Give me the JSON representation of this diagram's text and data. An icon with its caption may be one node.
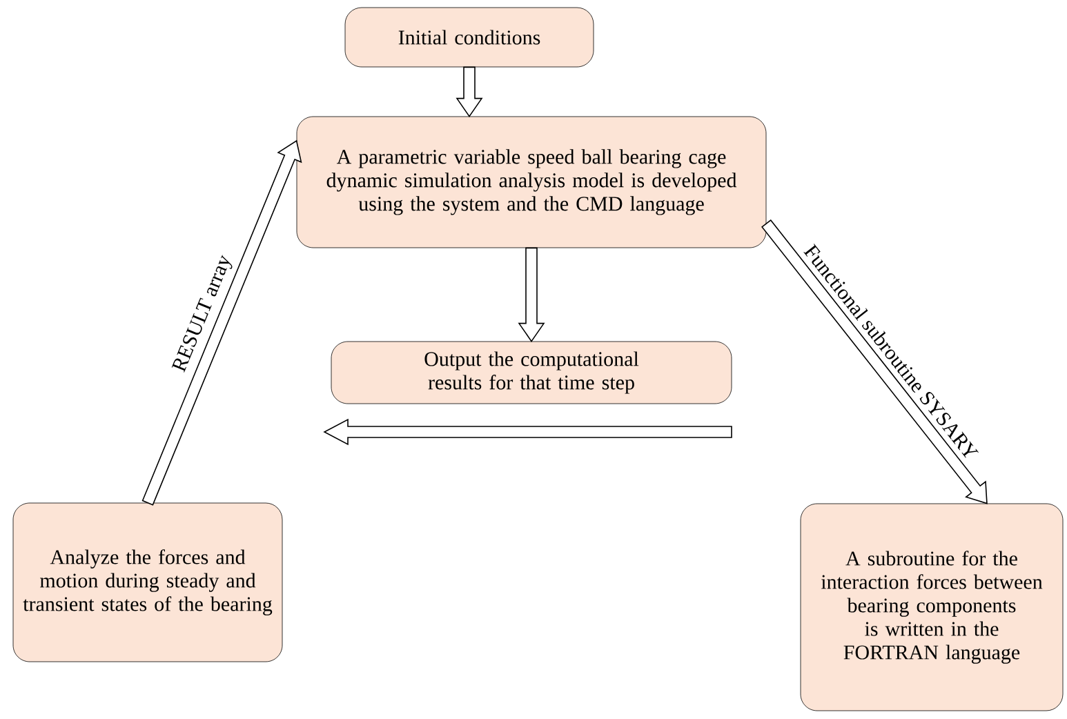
{
  "diagram": {
    "nodes": [
      {
        "text": [
          "Initial conditions"
        ]
      },
      {
        "text": [
          "A parametric variable speed ball bearing cage dynamic simulation analysis model is developed using the system and the CMD language"
        ]
      },
      {
        "text": [
          "Output the computational results for that time step"
        ]
      },
      {
        "text": [
          "Analyze the forces and motion during steady and transient states of the bearing"
        ]
      },
      {
        "text": [
          "A subroutine for the interaction forces between bearing components is written in the FORTRAN language"
        ]
      }
    ],
    "edges": [
      {
        "from": 0,
        "to": 1,
        "arrow": "to"
      },
      {
        "from": 1,
        "to": 2,
        "arrow": "to"
      },
      {
        "from": 3,
        "to": 1,
        "arrow": "to",
        "label": "RESULT array"
      },
      {
        "from": 1,
        "to": 4,
        "arrow": "to",
        "label": "Functional subroutine SYSARY"
      }
    ]
  }
}
